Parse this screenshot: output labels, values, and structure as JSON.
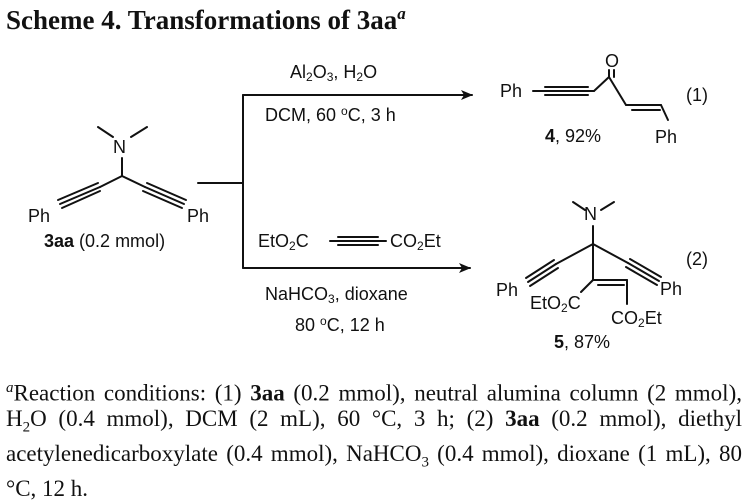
{
  "title": {
    "text": "Scheme 4. Transformations of 3aa",
    "note": "a"
  },
  "reactant": {
    "n_label": "N",
    "ph_left": "Ph",
    "ph_right": "Ph",
    "name": "3aa",
    "amount": " (0.2 mmol)"
  },
  "reaction1": {
    "reagent_line1": "Al2O3, H2O",
    "conditions_line2": "DCM, 60 °C, 3 h",
    "product_ph1": "Ph",
    "product_ph2": "Ph",
    "product_o": "O",
    "product_name": "4",
    "product_yield": ", 92%",
    "eq_number": "(1)"
  },
  "reaction2": {
    "reagent_left": "EtO2C",
    "reagent_right": "CO2Et",
    "conditions_line1": "NaHCO3, dioxane",
    "conditions_line2": "80 °C, 12 h",
    "product_n": "N",
    "product_ph_left": "Ph",
    "product_ph_right": "Ph",
    "product_ester_left": "EtO2C",
    "product_ester_right": "CO2Et",
    "product_name": "5",
    "product_yield": ", 87%",
    "eq_number": "(2)"
  },
  "footnote": {
    "marker": "a",
    "text": "Reaction conditions: (1) 3aa (0.2 mmol), neutral alumina column (2 mmol), H2O (0.4 mmol), DCM (2 mL), 60 °C, 3 h; (2) 3aa (0.2 mmol), diethyl acetylenedicarboxylate (0.4 mmol), NaHCO3 (0.4 mmol), dioxane (1 mL), 80 °C, 12 h."
  }
}
